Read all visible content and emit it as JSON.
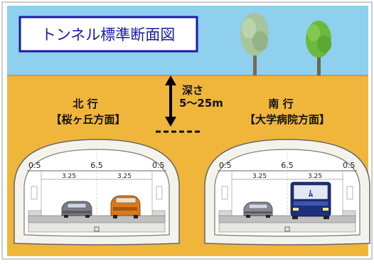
{
  "title": "トンネル標準断面図",
  "depth": {
    "label_top": "深さ",
    "label_bottom": "5～25m"
  },
  "north": {
    "direction": "北 行",
    "destination": "【桜ヶ丘方面】"
  },
  "south": {
    "direction": "南 行",
    "destination": "【大学病院方面】"
  },
  "dimensions": {
    "shoulder_left": "0.5",
    "total_width": "6.5",
    "shoulder_right": "0.5",
    "lane_left": "3.25",
    "lane_right": "3.25"
  },
  "colors": {
    "sky": "#8ed0ee",
    "ground": "#f0b63c",
    "tunnel_lining": "#f3f3ec",
    "road": "#c8c8c8",
    "title_border": "#1a1aa8"
  }
}
